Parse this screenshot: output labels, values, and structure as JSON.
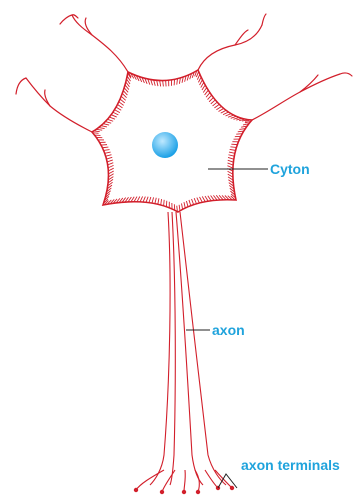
{
  "colors": {
    "neuron": "#d21f2b",
    "label": "#1fa3dc",
    "leader": "#222222",
    "nucleus_light": "#bfe9ff",
    "nucleus_dark": "#1aa0e6"
  },
  "labels": {
    "cyton": "Cyton",
    "axon": "axon",
    "axon_terminals": "axon terminals"
  }
}
